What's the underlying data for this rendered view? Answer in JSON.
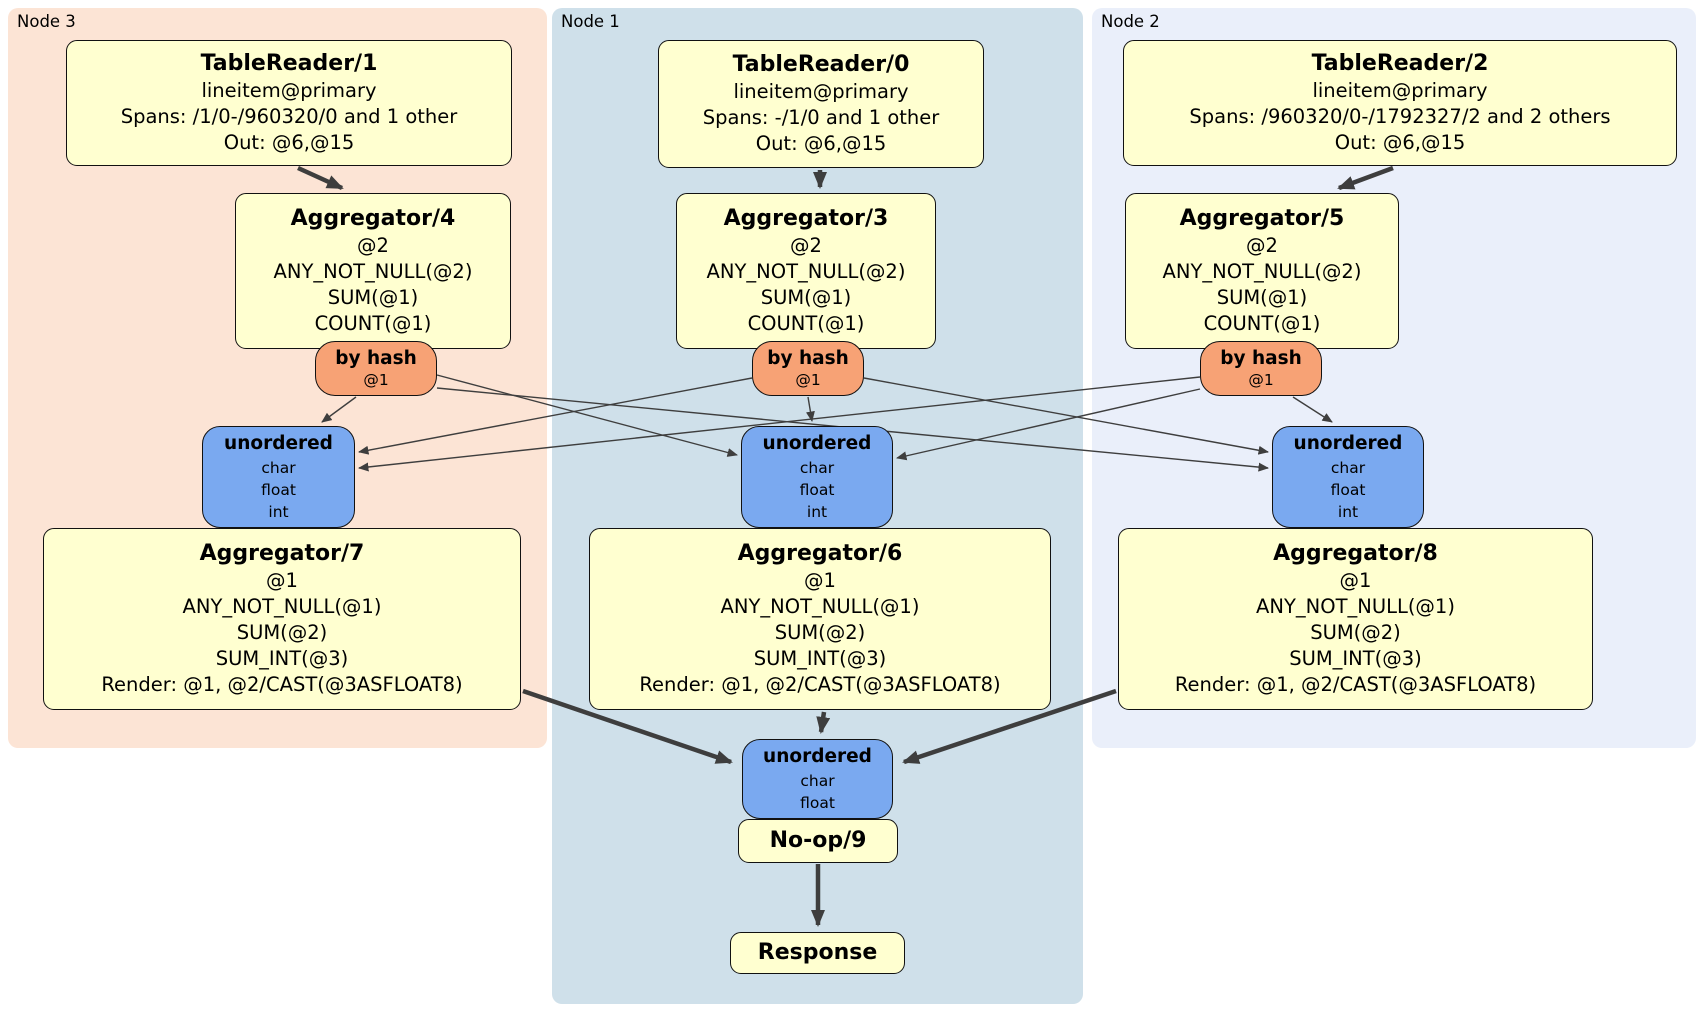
{
  "regions": [
    {
      "label": "Node 3"
    },
    {
      "label": "Node 1"
    },
    {
      "label": "Node 2"
    }
  ],
  "colors": {
    "node3_bg": "#FCE4D5",
    "node1_bg": "#CFE0EA",
    "node2_bg": "#EAEFFA",
    "processor_bg": "#FFFFD0",
    "router_bg": "#F7A275",
    "sync_bg": "#7AA9F0",
    "edge": "#3E3E3E",
    "border": "#111111"
  },
  "processors": {
    "tr1": {
      "title": "TableReader/1",
      "lines": [
        "lineitem@primary",
        "Spans: /1/0-/960320/0 and 1 other",
        "Out: @6,@15"
      ]
    },
    "tr0": {
      "title": "TableReader/0",
      "lines": [
        "lineitem@primary",
        "Spans: -/1/0 and 1 other",
        "Out: @6,@15"
      ]
    },
    "tr2": {
      "title": "TableReader/2",
      "lines": [
        "lineitem@primary",
        "Spans: /960320/0-/1792327/2 and 2 others",
        "Out: @6,@15"
      ]
    },
    "agg4": {
      "title": "Aggregator/4",
      "lines": [
        "@2",
        "ANY_NOT_NULL(@2)",
        "SUM(@1)",
        "COUNT(@1)"
      ]
    },
    "agg3": {
      "title": "Aggregator/3",
      "lines": [
        "@2",
        "ANY_NOT_NULL(@2)",
        "SUM(@1)",
        "COUNT(@1)"
      ]
    },
    "agg5": {
      "title": "Aggregator/5",
      "lines": [
        "@2",
        "ANY_NOT_NULL(@2)",
        "SUM(@1)",
        "COUNT(@1)"
      ]
    },
    "agg7": {
      "title": "Aggregator/7",
      "lines": [
        "@1",
        "ANY_NOT_NULL(@1)",
        "SUM(@2)",
        "SUM_INT(@3)",
        "Render: @1, @2/CAST(@3ASFLOAT8)"
      ]
    },
    "agg6": {
      "title": "Aggregator/6",
      "lines": [
        "@1",
        "ANY_NOT_NULL(@1)",
        "SUM(@2)",
        "SUM_INT(@3)",
        "Render: @1, @2/CAST(@3ASFLOAT8)"
      ]
    },
    "agg8": {
      "title": "Aggregator/8",
      "lines": [
        "@1",
        "ANY_NOT_NULL(@1)",
        "SUM(@2)",
        "SUM_INT(@3)",
        "Render: @1, @2/CAST(@3ASFLOAT8)"
      ]
    },
    "noop": {
      "title": "No-op/9"
    },
    "resp": {
      "title": "Response"
    }
  },
  "routers": {
    "byhash3": {
      "title": "by hash",
      "sub": "@1"
    },
    "byhash1": {
      "title": "by hash",
      "sub": "@1"
    },
    "byhash2": {
      "title": "by hash",
      "sub": "@1"
    }
  },
  "syncs": {
    "uno3": {
      "title": "unordered",
      "lines": [
        "char",
        "float",
        "int"
      ]
    },
    "uno1": {
      "title": "unordered",
      "lines": [
        "char",
        "float",
        "int"
      ]
    },
    "uno2": {
      "title": "unordered",
      "lines": [
        "char",
        "float",
        "int"
      ]
    },
    "unoF": {
      "title": "unordered",
      "lines": [
        "char",
        "float"
      ]
    }
  }
}
